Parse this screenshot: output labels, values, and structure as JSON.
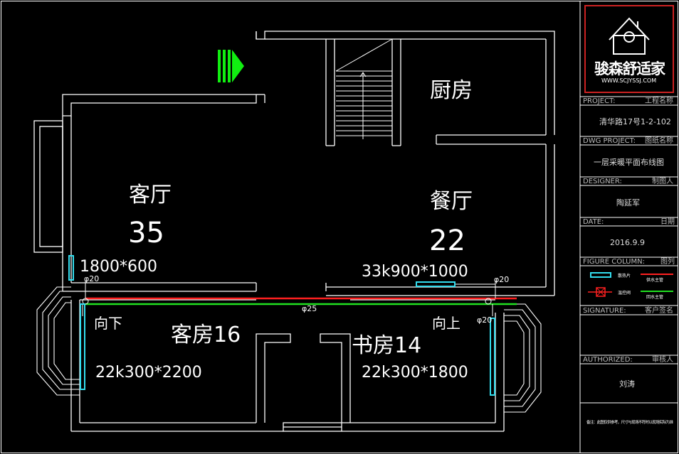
{
  "rooms": {
    "living": {
      "name": "客厅",
      "area": "35",
      "radiator": "1800*600"
    },
    "dining": {
      "name": "餐厅",
      "area": "22",
      "radiator": "33k900*1000"
    },
    "kitchen": {
      "name": "厨房"
    },
    "guest": {
      "name": "客房16",
      "radiator": "22k300*2200"
    },
    "study": {
      "name": "书房14",
      "radiator": "22k300*1800"
    }
  },
  "pipes": {
    "down_label": "向下",
    "up_label": "向上",
    "dia_left": "φ20",
    "dia_mid": "φ25",
    "dia_right_top": "φ20",
    "dia_right_bottom": "φ20"
  },
  "title_block": {
    "logo_text": "骏森舒适家",
    "logo_url": "WWW.SCJYSSJ.COM",
    "project_label_en": "PROJECT:",
    "project_label_cn": "工程名称",
    "project_value": "清华路17号1-2-102",
    "dwg_label_en": "DWG PROJECT:",
    "dwg_label_cn": "图纸名称",
    "dwg_value": "一层采暖平面布线图",
    "designer_label_en": "DESIGNER:",
    "designer_label_cn": "制图人",
    "designer_value": "陶延军",
    "date_label_en": "DATE:",
    "date_label_cn": "日期",
    "date_value": "2016.9.9",
    "figure_label_en": "FIGURE COLUMN:",
    "figure_label_cn": "图列",
    "legend": {
      "radiator": "散热片",
      "supply": "供水主管",
      "valve": "温控阀",
      "return": "回水主管"
    },
    "signature_label_en": "SIGNATURE:",
    "signature_label_cn": "客户签名",
    "authorized_label_en": "AUTHORIZED:",
    "authorized_label_cn": "审核人",
    "authorized_value": "刘涛",
    "note": "备注：此图仅供参考，尺寸与现场不符时以现场实际为准"
  },
  "colors": {
    "wall": "#ffffff",
    "supply_pipe": "#ff2020",
    "return_pipe": "#20e020",
    "radiator": "#33ddee",
    "entrance_arrow": "#11ee11",
    "frame_red": "#cc2222"
  }
}
